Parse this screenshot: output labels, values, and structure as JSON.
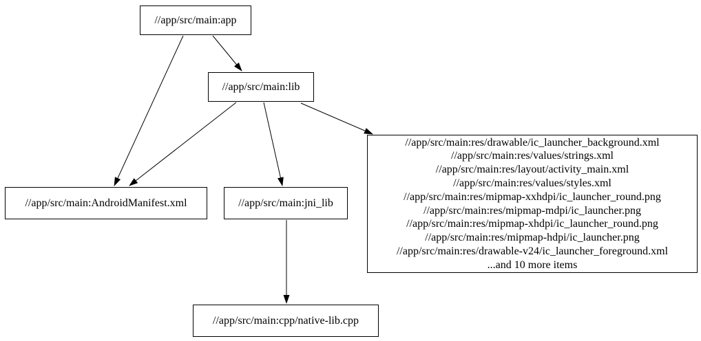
{
  "diagram": {
    "type": "dependency-graph",
    "background_color": "#ffffff",
    "node_border_color": "#000000",
    "edge_color": "#000000",
    "nodes": {
      "app": {
        "label": "//app/src/main:app"
      },
      "lib": {
        "label": "//app/src/main:lib"
      },
      "manifest": {
        "label": "//app/src/main:AndroidManifest.xml"
      },
      "jni_lib": {
        "label": "//app/src/main:jni_lib"
      },
      "res": {
        "lines": [
          "//app/src/main:res/drawable/ic_launcher_background.xml",
          "//app/src/main:res/values/strings.xml",
          "//app/src/main:res/layout/activity_main.xml",
          "//app/src/main:res/values/styles.xml",
          "//app/src/main:res/mipmap-xxhdpi/ic_launcher_round.png",
          "//app/src/main:res/mipmap-mdpi/ic_launcher.png",
          "//app/src/main:res/mipmap-xhdpi/ic_launcher_round.png",
          "//app/src/main:res/mipmap-hdpi/ic_launcher.png",
          "//app/src/main:res/drawable-v24/ic_launcher_foreground.xml",
          "...and 10 more items"
        ]
      },
      "cpp": {
        "label": "//app/src/main:cpp/native-lib.cpp"
      }
    },
    "edges": [
      {
        "from": "app",
        "to": "lib"
      },
      {
        "from": "app",
        "to": "manifest"
      },
      {
        "from": "lib",
        "to": "manifest"
      },
      {
        "from": "lib",
        "to": "jni_lib"
      },
      {
        "from": "lib",
        "to": "res"
      },
      {
        "from": "jni_lib",
        "to": "cpp"
      }
    ]
  }
}
